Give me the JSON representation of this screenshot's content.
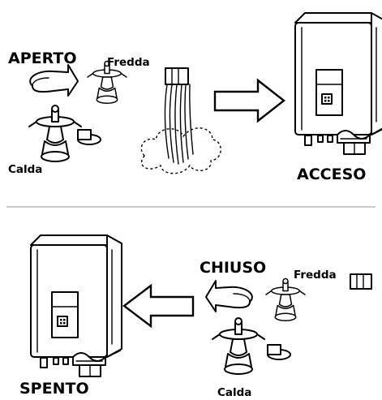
{
  "labels": {
    "aperto": "APERTO",
    "fredda_top": "Fredda",
    "calda_top": "Calda",
    "acceso": "ACCESO",
    "chiuso": "CHIUSO",
    "fredda_bottom": "Fredda",
    "calda_bottom": "Calda",
    "spento": "SPENTO"
  },
  "icons": {
    "faucet": "faucet-icon",
    "water_heater": "water-heater-icon",
    "rotation": "rotation-arrow-icon",
    "direction": "outline-arrow-icon"
  },
  "colors": {
    "ink": "#000000",
    "paper": "#ffffff"
  }
}
